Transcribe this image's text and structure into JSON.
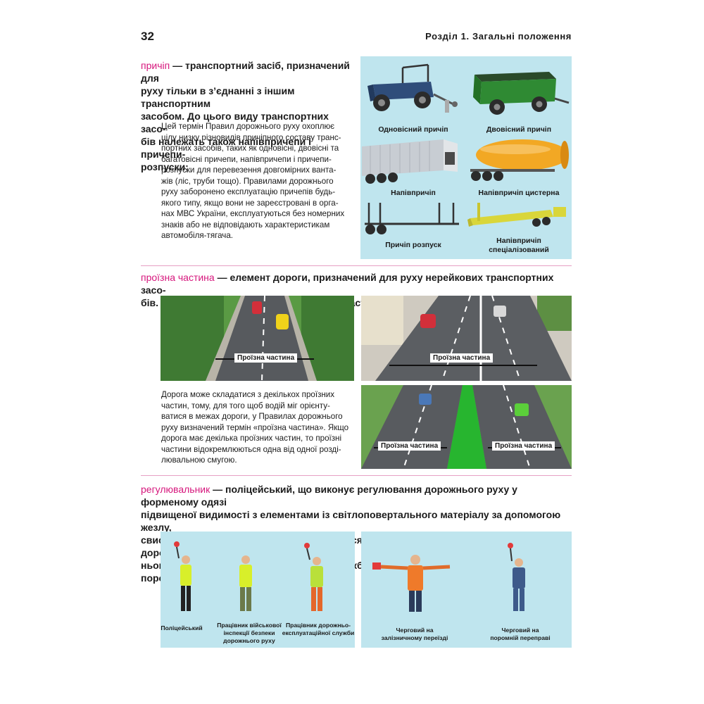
{
  "header": {
    "page_number": "32",
    "section_label": "Розділ 1.",
    "section_name": "Загальні положення"
  },
  "trailer": {
    "term": "причіп",
    "definition_lines": [
      " — транспортний засіб, призначений для",
      "руху тільки в з’єднанні з іншим транспортним",
      "засобом. До цього виду транспортних засо-",
      "бів належать також напівпричепи і причепи-",
      "розпуски;"
    ],
    "note_lines": [
      "Цей термін Правил дорожнього руху охоплює",
      "цілу низку різновидів причіпного составу транс-",
      "портних засобів, таких як одновісні, двовісні та",
      "багатовісні причепи, напівпричепи і причепи-",
      "розпуски для перевезення довгомірних ванта-",
      "жів (ліс, труби тощо). Правилами дорожнього",
      "руху заборонено експлуатацію причепів будь-",
      "якого типу, якщо вони не зареєстровані в орга-",
      "нах МВС України, експлуатуються без номерних",
      "знаків або не відповідають характеристикам",
      "автомобіля-тягача."
    ],
    "captions": {
      "single_axle": "Одновісний причіп",
      "double_axle": "Двовісний причіп",
      "semi": "Напівпричіп",
      "tank": "Напівпричіп цистерна",
      "logging": "Причіп розпуск",
      "special_line1": "Напівпричіп",
      "special_line2": "спеціалізований"
    },
    "colors": {
      "panel": "#bfe5ee",
      "term": "#d6167c"
    }
  },
  "carriageway": {
    "term": "проїзна частина",
    "line1": " — елемент дороги, призначений для руху нерейкових транспортних засо-",
    "line2": "бів. Дорога може мати декілька проїзних частин, межами яких є розділювальні смуги;",
    "note_lines": [
      "Дорога може складатися з декількох проїзних",
      "частин, тому, для того щоб водій міг орієнту-",
      "ватися в межах дороги, у Правилах дорожнього",
      "руху визначений термін «проїзна частина». Якщо",
      "дорога має декілька проїзних частин, то проїзні",
      "частини відокремлюються одна від одної розді-",
      "лювальною смугою."
    ],
    "label": "Проїзна частина"
  },
  "controller": {
    "term": "регулювальник",
    "line1": " — поліцейський, що виконує регулювання дорожнього руху у форменому одязі",
    "line2": "підвищеної видимості з елементами із світлоповертального матеріалу за допомогою жезлу,",
    "line3": "свистка. До регулювальника прирівнюються працівники військової інспекції безпеки дорож-",
    "line4": "нього руху, дорожньо-експлуатаційної служби, черговий на залізничному переїзді, поромній",
    "captions": {
      "police": "Поліцейський",
      "military_1": "Працівник військової",
      "military_2": "інспекції безпеки",
      "military_3": "дорожнього руху",
      "road_service_1": "Працівник дорожньо-",
      "road_service_2": "експлуатаційної служби",
      "rail_1": "Черговий на",
      "rail_2": "залізничному переїзді",
      "ferry_1": "Черговий на",
      "ferry_2": "поромній переправі"
    }
  }
}
